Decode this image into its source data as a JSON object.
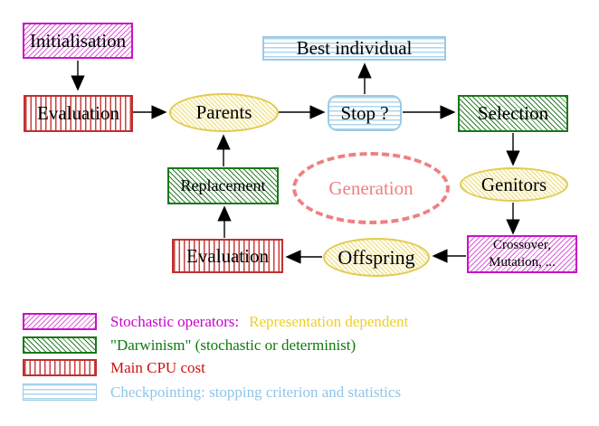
{
  "nodes": {
    "initialisation": "Initialisation",
    "evaluation_top": "Evaluation",
    "parents": "Parents",
    "best_individual": "Best individual",
    "stop": "Stop ?",
    "selection": "Selection",
    "replacement": "Replacement",
    "generation": "Generation",
    "genitors": "Genitors",
    "evaluation_bottom": "Evaluation",
    "offspring": "Offspring",
    "crossover_line1": "Crossover,",
    "crossover_line2": "Mutation, ..."
  },
  "legend": {
    "items": [
      {
        "swatch": "magenta-diagonal-hatch",
        "label": "Stochastic operators:",
        "label_extra": "Representation dependent"
      },
      {
        "swatch": "green-diagonal-hatch",
        "label": "\"Darwinism\" (stochastic or determinist)"
      },
      {
        "swatch": "red-vertical-stripes",
        "label": "Main CPU cost"
      },
      {
        "swatch": "cyan-horizontal-stripes",
        "label": "Checkpointing: stopping criterion and statistics"
      }
    ]
  },
  "colors": {
    "magenta": "#C813C8",
    "green": "#187818",
    "red": "#C03030",
    "cyan": "#9CCAE6",
    "yellow": "#E2CB4E",
    "gold_text": "#EFD023",
    "salmon": "#F08080",
    "arrow": "#000000"
  }
}
